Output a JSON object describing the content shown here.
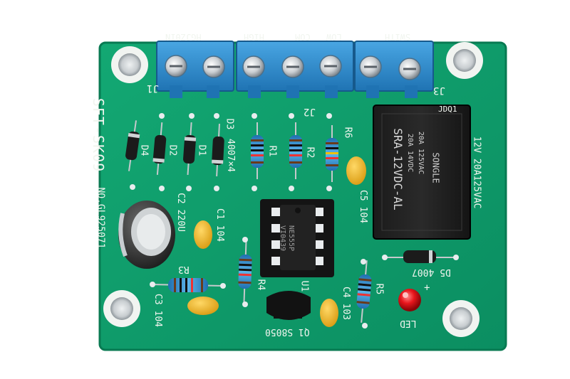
{
  "board": {
    "pcb_color": "#0f9d6b",
    "silkscreen_color": "#f4f7f2",
    "model": "SFT-SK09",
    "serial": "NO.GL925071"
  },
  "terminals": {
    "color": "#2f8fd0",
    "j1_label": "J1",
    "j2_label": "J2",
    "j3_label": "J3",
    "top_labels": [
      "HGJZ0IN",
      "HIGH",
      "COM",
      "LOW",
      "SWITH"
    ]
  },
  "diodes": {
    "d1": "D1",
    "d2": "D2",
    "d3": "D3",
    "d4": "D4",
    "bridge_note": "4007×4",
    "d5": "D5",
    "d5_value": "4007"
  },
  "resistors": {
    "r1": "R1",
    "r2": "R2",
    "r3": "R3",
    "r4": "R4",
    "r5": "R5",
    "r6": "R6"
  },
  "capacitors": {
    "c1": "C1",
    "c1_value": "104",
    "c2": "C2",
    "c2_value": "220U",
    "c3": "C3",
    "c3_value": "104",
    "c4": "C4",
    "c4_value": "103",
    "c5": "C5",
    "c5_value": "104"
  },
  "ic": {
    "ref": "U1",
    "marking_1": "NE555P",
    "marking_2": "VI0439"
  },
  "transistor": {
    "ref": "Q1",
    "part": "S8050"
  },
  "led": {
    "ref": "LED",
    "polarity": "+",
    "color": "#e8161c"
  },
  "relay": {
    "ref": "JDQ1",
    "brand": "SONGLE",
    "model": "SRA-12VDC-AL",
    "rating_1": "20A 14VDC",
    "rating_2": "20A 125VAC",
    "side_label": "12V 20A125VAC"
  }
}
